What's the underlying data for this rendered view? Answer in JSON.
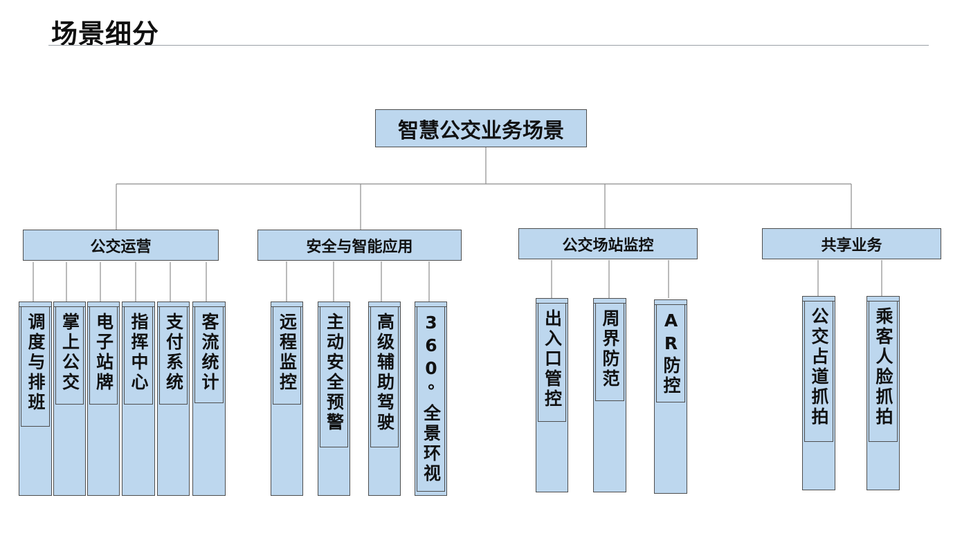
{
  "page_title": "场景细分",
  "root": "智慧公交业务场景",
  "categories": [
    {
      "label": "公交运营",
      "items": [
        "调度与排班",
        "掌上公交",
        "电子站牌",
        "指挥中心",
        "支付系统",
        "客流统计"
      ]
    },
    {
      "label": "安全与智能应用",
      "items": [
        "远程监控",
        "主动安全预警",
        "高级辅助驾驶",
        "360°全景环视"
      ]
    },
    {
      "label": "公交场站监控",
      "items": [
        "出入口管控",
        "周界防范",
        "AR防控"
      ]
    },
    {
      "label": "共享业务",
      "items": [
        "公交占道抓拍",
        "乘客人脸抓拍"
      ]
    }
  ],
  "colors": {
    "box_fill": "#bdd7ee",
    "border": "#4d4d4d",
    "line": "#8c8c8c"
  }
}
